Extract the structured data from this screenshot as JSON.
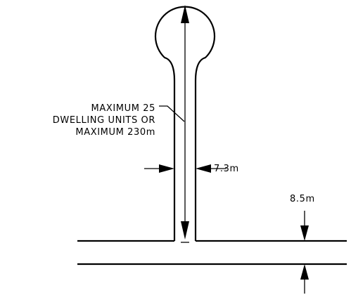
{
  "note": {
    "line1": "MAXIMUM 25",
    "line2": "DWELLING UNITS OR",
    "line3": "MAXIMUM 230m"
  },
  "dimensions": {
    "road_width": "7.3m",
    "setback": "8.5m"
  },
  "colors": {
    "line": "#000000",
    "background": "#ffffff"
  }
}
